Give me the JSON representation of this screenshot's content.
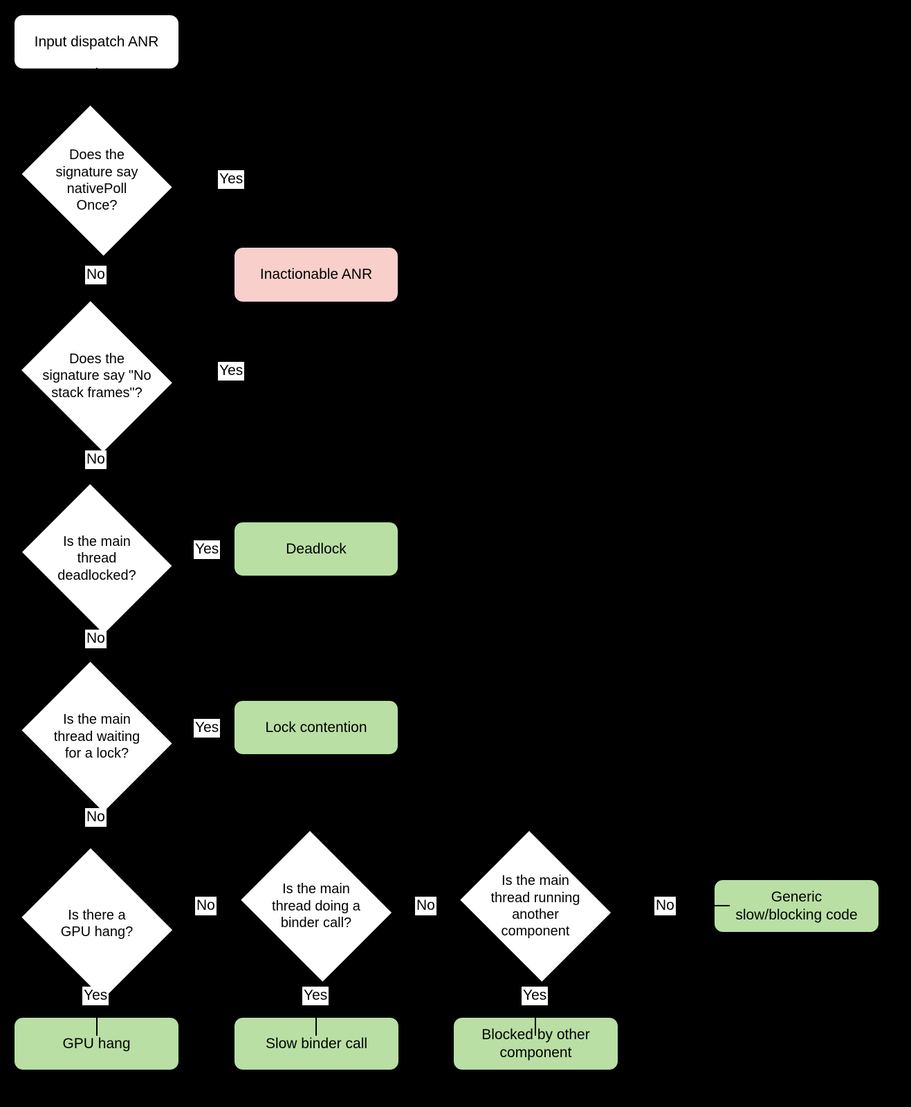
{
  "diagram": {
    "title": "Input dispatch ANR triage flowchart",
    "background_color": "#000000",
    "palette": {
      "process_fill": "#ffffff",
      "decision_fill": "#ffffff",
      "inactionable_fill": "#f9cfcb",
      "actionable_fill": "#b9dfa4",
      "text_color": "#000000",
      "edge_label_fill": "#ffffff"
    }
  },
  "nodes": {
    "start": {
      "label": "Input dispatch ANR",
      "shape": "rounded-rect",
      "fill": "#ffffff"
    },
    "q_nativepollonce": {
      "label": "Does the\nsignature say\nnativePoll\nOnce?",
      "shape": "diamond",
      "fill": "#ffffff"
    },
    "q_no_stack_frames": {
      "label": "Does the\nsignature say \"No\nstack frames\"?",
      "shape": "diamond",
      "fill": "#ffffff"
    },
    "q_deadlocked": {
      "label": "Is the main\nthread\ndeadlocked?",
      "shape": "diamond",
      "fill": "#ffffff"
    },
    "q_waiting_lock": {
      "label": "Is the main\nthread waiting\nfor a lock?",
      "shape": "diamond",
      "fill": "#ffffff"
    },
    "q_gpu_hang": {
      "label": "Is there a\nGPU hang?",
      "shape": "diamond",
      "fill": "#ffffff"
    },
    "q_binder_call": {
      "label": "Is the main\nthread doing a\nbinder call?",
      "shape": "diamond",
      "fill": "#ffffff"
    },
    "q_other_component": {
      "label": "Is the main\nthread running\nanother\ncomponent",
      "shape": "diamond",
      "fill": "#ffffff"
    },
    "r_inactionable": {
      "label": "Inactionable ANR",
      "shape": "rounded-rect",
      "fill": "#f9cfcb"
    },
    "r_deadlock": {
      "label": "Deadlock",
      "shape": "rounded-rect",
      "fill": "#b9dfa4"
    },
    "r_lock_contention": {
      "label": "Lock contention",
      "shape": "rounded-rect",
      "fill": "#b9dfa4"
    },
    "r_gpu_hang": {
      "label": "GPU hang",
      "shape": "rounded-rect",
      "fill": "#b9dfa4"
    },
    "r_slow_binder": {
      "label": "Slow binder call",
      "shape": "rounded-rect",
      "fill": "#b9dfa4"
    },
    "r_blocked_other": {
      "label": "Blocked by other\ncomponent",
      "shape": "rounded-rect",
      "fill": "#b9dfa4"
    },
    "r_generic_slow": {
      "label": "Generic\nslow/blocking code",
      "shape": "rounded-rect",
      "fill": "#b9dfa4"
    }
  },
  "edge_labels": {
    "nativepollonce_yes": "Yes",
    "nativepollonce_no": "No",
    "no_stack_frames_yes": "Yes",
    "no_stack_frames_no": "No",
    "deadlocked_yes": "Yes",
    "deadlocked_no": "No",
    "waiting_lock_yes": "Yes",
    "waiting_lock_no": "No",
    "gpu_hang_no": "No",
    "gpu_hang_yes": "Yes",
    "binder_call_no": "No",
    "binder_call_yes": "Yes",
    "other_component_no": "No",
    "other_component_yes": "Yes"
  }
}
